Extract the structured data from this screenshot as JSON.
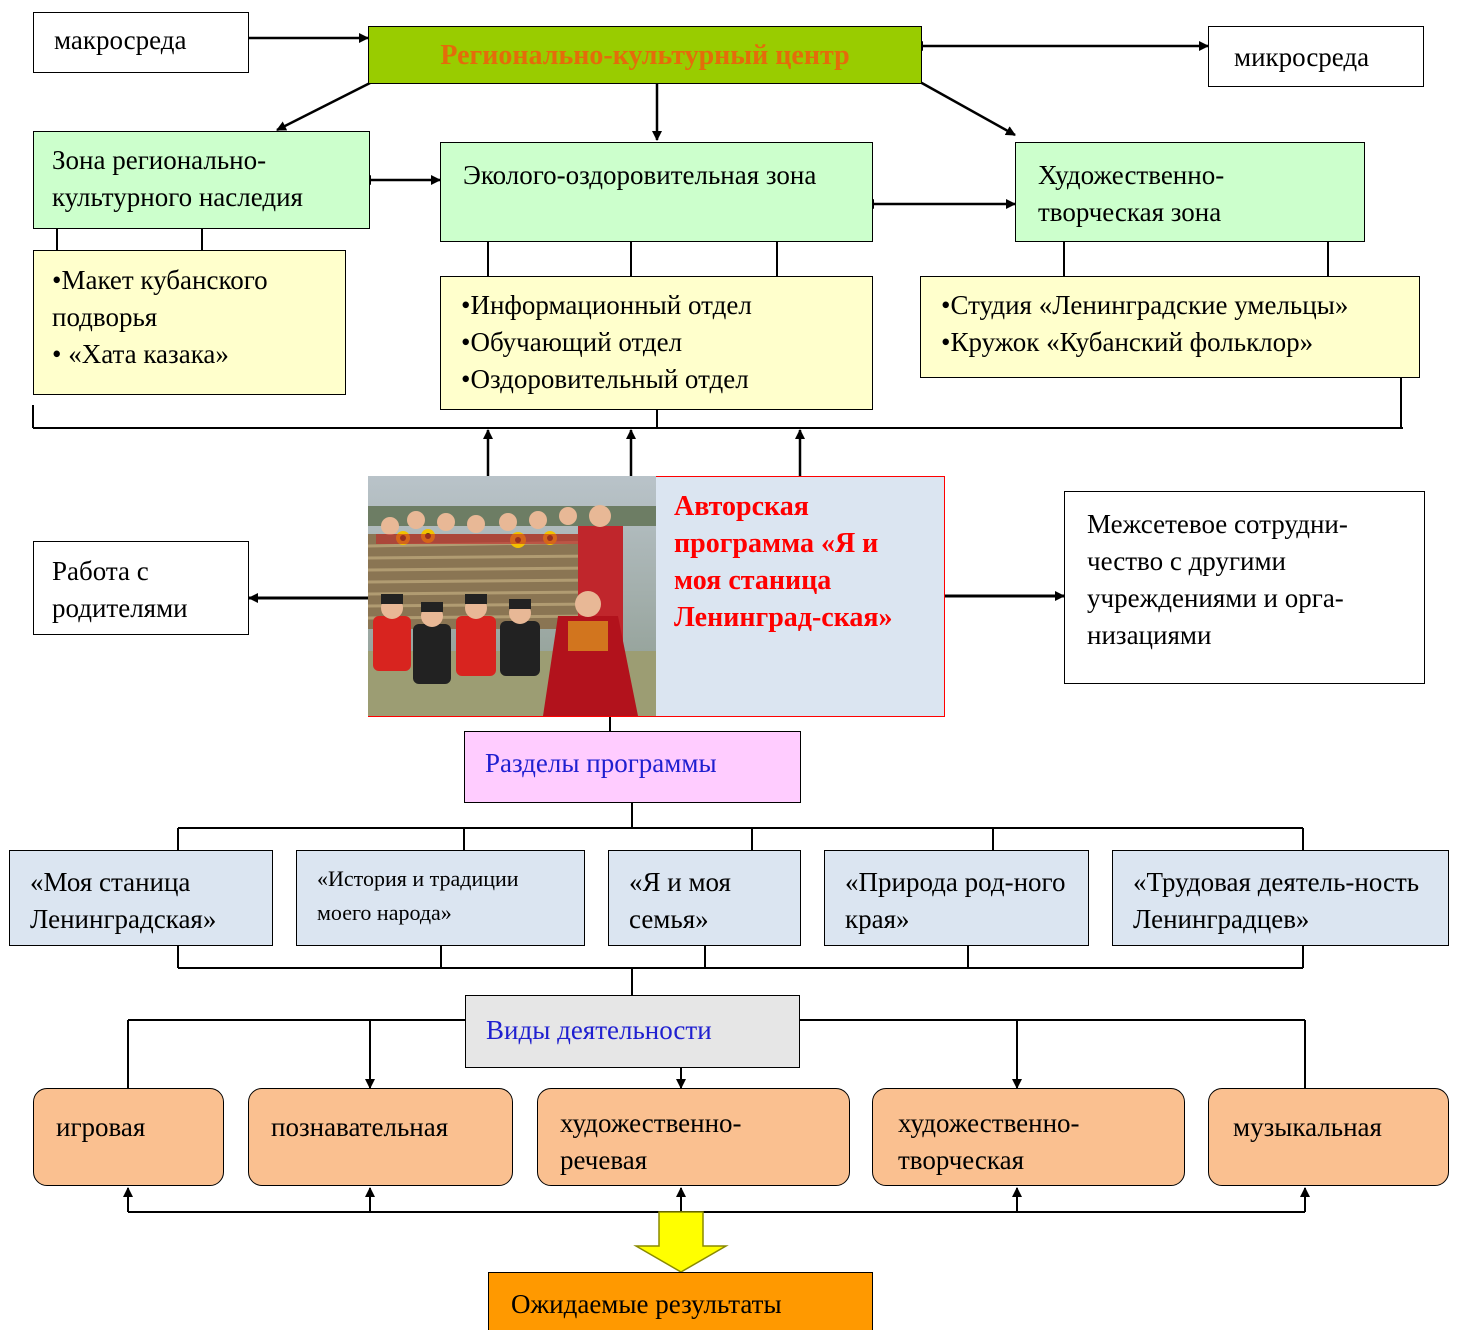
{
  "center": {
    "title": "Регионально-культурный центр",
    "title_color": "#e46c0a"
  },
  "macro": "макросреда",
  "micro": "микросреда",
  "zones": {
    "heritage": {
      "title": "Зона регионально-культурного наследия",
      "items": [
        "•Макет кубанского подворья",
        "• «Хата казака»"
      ]
    },
    "eco": {
      "title": "Эколого-оздоровительная зона",
      "items": [
        "•Информационный отдел",
        "•Обучающий отдел",
        "•Оздоровительный отдел"
      ]
    },
    "art": {
      "title": "Художественно-творческая зона",
      "items": [
        "•Студия «Ленинградские умельцы»",
        "•Кружок «Кубанский фольклор»"
      ]
    }
  },
  "program": {
    "title": "Авторская программа «Я и моя станица Ленинград-ская»",
    "title_color": "#ff0000"
  },
  "parents": "Работа с родителями",
  "network": "Межсетевое сотрудни-чество с другими учреждениями и орга-низациями",
  "sections": {
    "title": "Разделы программы",
    "items": [
      "«Моя станица Ленинградская»",
      "«История и традиции моего народа»",
      "«Я и моя семья»",
      "«Природа род-ного края»",
      "«Трудовая деятель-ность Ленинградцев»"
    ]
  },
  "activities": {
    "title": "Виды  деятельности",
    "items": [
      "игровая",
      "познавательная",
      "художественно-речевая",
      "художественно-творческая",
      "музыкальная"
    ]
  },
  "results": "Ожидаемые результаты"
}
